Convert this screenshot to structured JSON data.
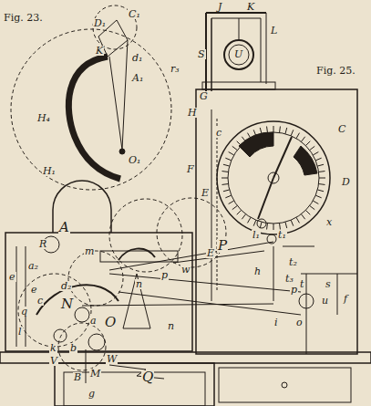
{
  "diagram": {
    "labels": [
      "Fig. 23.",
      "Fig. 25.",
      "D₁",
      "C₁",
      "K",
      "d₁",
      "A₁",
      "H₄",
      "H₁",
      "O₁",
      "r₃",
      "J",
      "K",
      "L",
      "U",
      "S",
      "G",
      "H",
      "c",
      "C",
      "F",
      "E",
      "D",
      "E",
      "P",
      "A",
      "R",
      "m",
      "N",
      "O",
      "a",
      "Q",
      "M",
      "B",
      "g",
      "W",
      "V",
      "b",
      "p",
      "n",
      "w",
      "h",
      "i",
      "u",
      "s",
      "t",
      "f",
      "o",
      "t₁",
      "l₁",
      "t₂",
      "t₃",
      "e",
      "e",
      "a₂",
      "d₂",
      "c",
      "l",
      "k",
      "q",
      "x",
      "p",
      "n"
    ]
  }
}
